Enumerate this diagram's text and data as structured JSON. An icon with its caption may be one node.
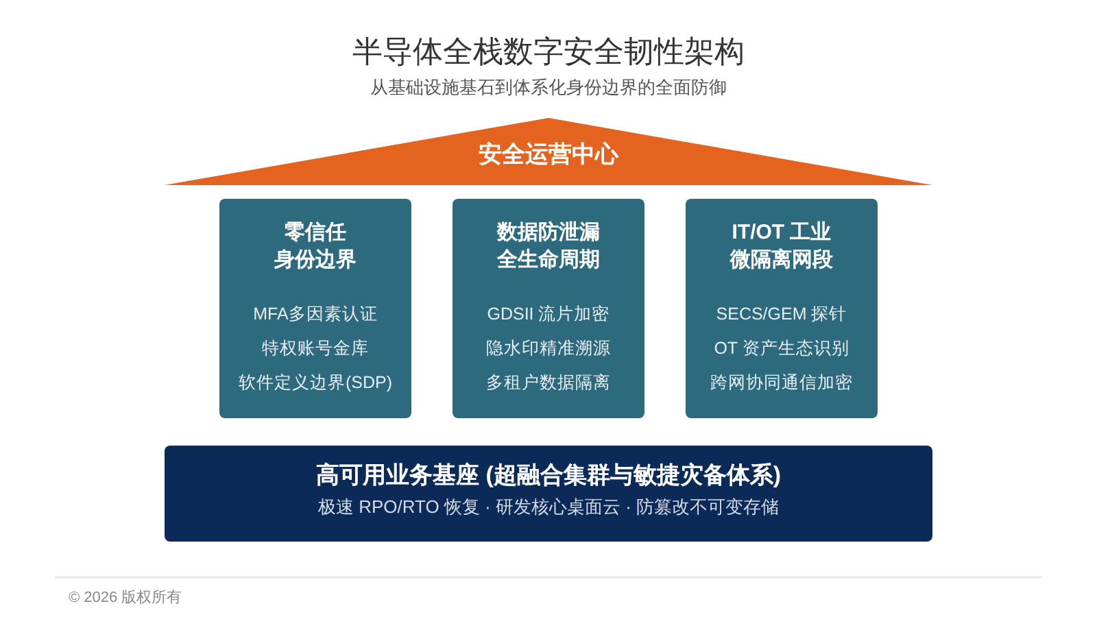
{
  "diagram": {
    "title": "半导体全栈数字安全韧性架构",
    "nodes": [
      {
        "text": [
          "安全运营中心"
        ]
      },
      {
        "text": [
          "零信任身份边界",
          "MFA多因素认证",
          "特权账号金库",
          "软件定义边界(SDP)"
        ]
      },
      {
        "text": [
          "数据防泄漏全生命周期",
          "GDSII 流片加密",
          "隐水印精准溯源",
          "多租户数据隔离"
        ]
      },
      {
        "text": [
          "IT/OT 工业微隔离网段",
          "SECS/GEM 探针",
          "OT 资产生态识别",
          "跨网协同通信加密"
        ]
      },
      {
        "text": [
          "高可用业务基座 (超融合集群与敏捷灾备体系)",
          "极速 RPO/RTO 恢复 · 研发核心桌面云 · 防篡改不可变存储"
        ]
      }
    ],
    "labels": [
      "从基础设施基石到体系化身份边界的全面防御",
      "© 2026 版权所有"
    ]
  }
}
